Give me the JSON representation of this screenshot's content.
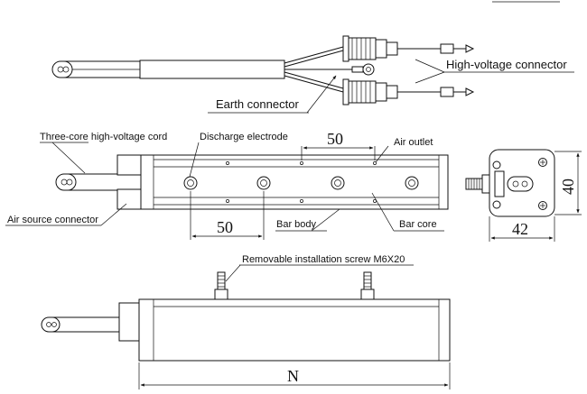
{
  "labels": {
    "high_voltage_connector": "High-voltage connector",
    "earth_connector": "Earth connector",
    "three_core_cord": "Three-core high-voltage cord",
    "discharge_electrode": "Discharge electrode",
    "air_outlet": "Air outlet",
    "air_source_connector": "Air source connector",
    "bar_body": "Bar body",
    "bar_core": "Bar core",
    "installation_screw": "Removable installation screw M6X20"
  },
  "dimensions": {
    "electrode_pitch_top": "50",
    "electrode_pitch_bottom": "50",
    "height": "40",
    "width": "42",
    "length": "N"
  }
}
